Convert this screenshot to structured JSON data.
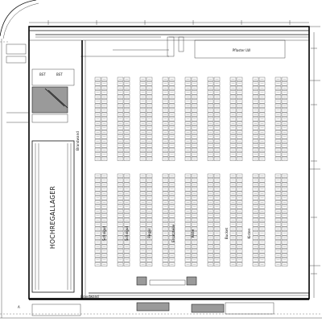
{
  "labels": {
    "pflaster": "Pflaster LW",
    "hochregallager": "HOCHREGALLAGER",
    "brandwand_bottom": "Brandwand",
    "brandwand_side": "Brandwand",
    "bst_left": "BST",
    "bst_right": "BST",
    "axis_a": "A",
    "zone_labels": [
      "Schalgut",
      "Schalgut",
      "Regal",
      "Ersatzteile",
      "Kiste",
      "Bucket",
      "Kisten"
    ]
  }
}
